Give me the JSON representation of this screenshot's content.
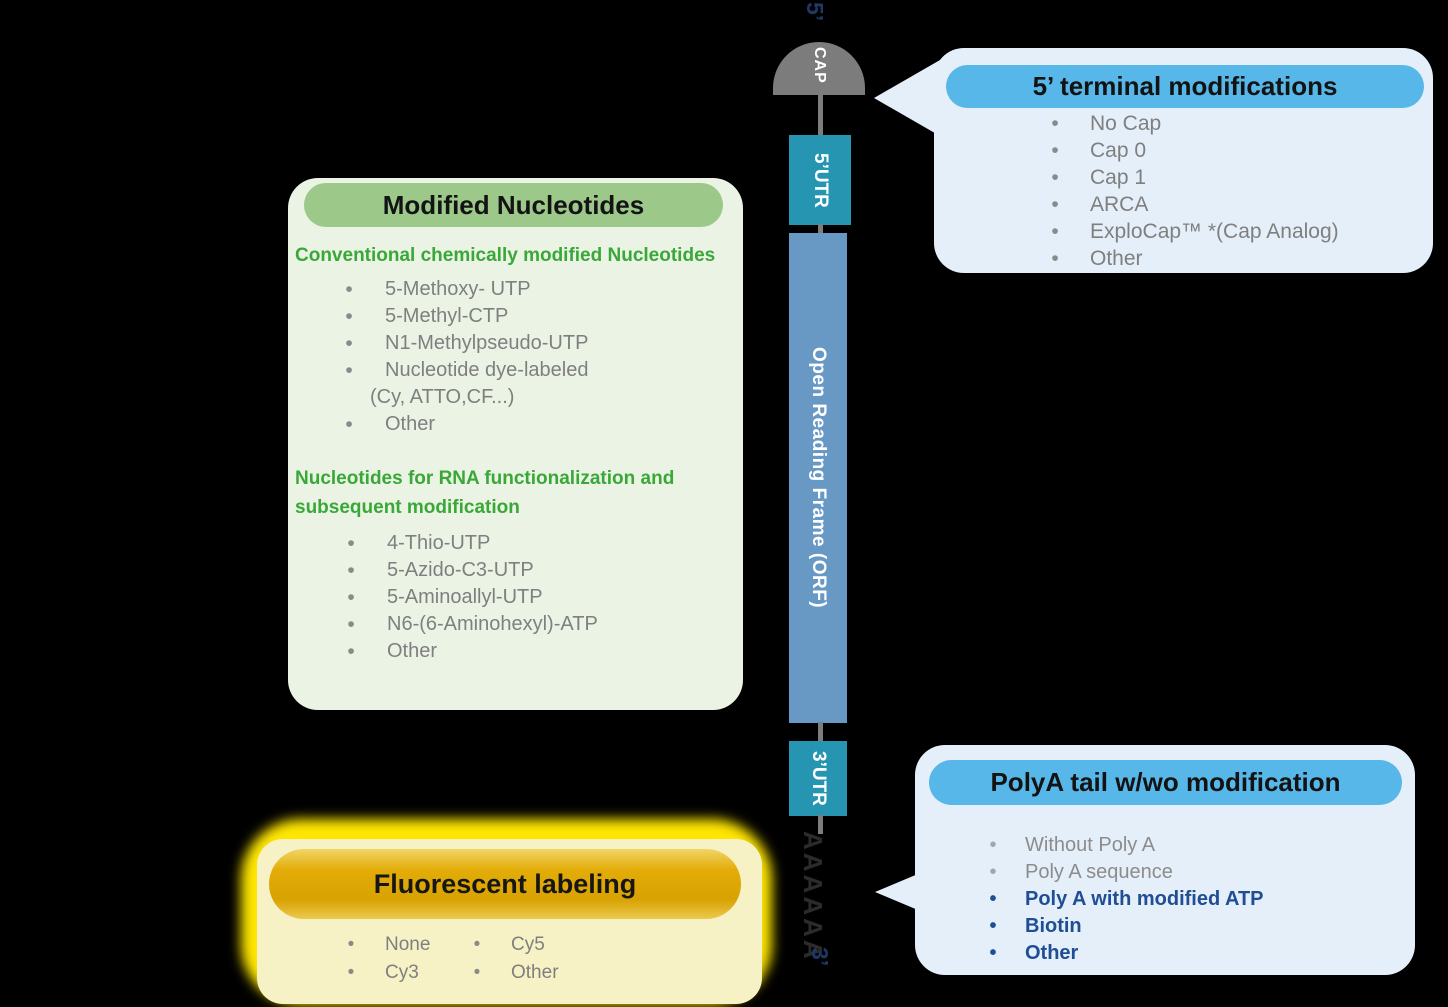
{
  "colors": {
    "background": "#000000",
    "navy_label": "#1f3864",
    "spine_gray": "#7d7d7d",
    "utr_teal": "#2595b1",
    "orf_blue": "#6899c5",
    "callout_bg": "#e5effa",
    "callout_pill_blue": "#57b7e8",
    "green_panel_bg": "#ebf3e5",
    "green_pill": "#9cc98a",
    "green_heading": "#3aa838",
    "yellow_glow": "#ffe600",
    "yellow_panel_bg": "#f6f2c6",
    "gold_pill": "#d8a202",
    "gray_text": "#7f7f7f",
    "emphasis_blue": "#1f4e94",
    "polya_letters": "#2b2b2b"
  },
  "spine": {
    "five_prime_label": "5’",
    "cap_label": "CAP",
    "five_utr_label": "5’UTR",
    "orf_label": "Open Reading Frame (ORF)",
    "three_utr_label": "3’UTR",
    "polya_sequence": "AAAAAA",
    "three_prime_label": "3’"
  },
  "cap_callout": {
    "title": "5’ terminal modifications",
    "items": [
      "No Cap",
      "Cap 0",
      "Cap 1",
      "ARCA",
      "ExploCap™ *(Cap Analog)",
      "Other"
    ]
  },
  "nucleotides_panel": {
    "title": "Modified Nucleotides",
    "section1": {
      "heading": "Conventional chemically modified Nucleotides",
      "items": [
        "5-Methoxy- UTP",
        "5-Methyl-CTP",
        "N1-Methylpseudo-UTP",
        "Nucleotide dye-labeled",
        "Other"
      ],
      "item4_note": "(Cy, ATTO,CF...)"
    },
    "section2": {
      "heading": "Nucleotides for RNA functionalization and subsequent modification",
      "items": [
        "4-Thio-UTP",
        "5-Azido-C3-UTP",
        "5-Aminoallyl-UTP",
        "N6-(6-Aminohexyl)-ATP",
        "Other"
      ]
    }
  },
  "fluorescent_panel": {
    "title": "Fluorescent labeling",
    "column1": [
      "None",
      "Cy3"
    ],
    "column2": [
      "Cy5",
      "Other"
    ]
  },
  "polya_callout": {
    "title": "PolyA tail w/wo modification",
    "items": [
      {
        "label": "Without Poly A",
        "emphasized": false
      },
      {
        "label": "Poly A sequence",
        "emphasized": false
      },
      {
        "label": "Poly A with modified ATP",
        "emphasized": true
      },
      {
        "label": "Biotin",
        "emphasized": true
      },
      {
        "label": "Other",
        "emphasized": true
      }
    ]
  }
}
